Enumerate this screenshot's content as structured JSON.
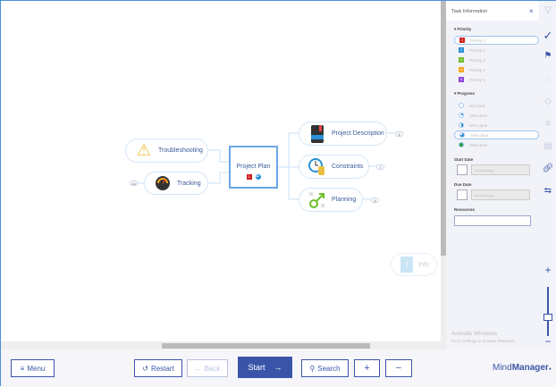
{
  "map": {
    "center": {
      "label": "Project Plan"
    },
    "nodes": [
      {
        "label": "Troubleshooting",
        "icon": "warning-icon"
      },
      {
        "label": "Tracking",
        "icon": "gauge-icon",
        "count": "14"
      },
      {
        "label": "Project Description",
        "icon": "notebook-icon",
        "count": "5"
      },
      {
        "label": "Constraints",
        "icon": "clock-coins-icon",
        "count": "7"
      },
      {
        "label": "Planning",
        "icon": "strategy-icon",
        "count": "9"
      }
    ],
    "floating": {
      "label": "Info",
      "icon": "info-icon"
    }
  },
  "panel": {
    "title": "Task Information",
    "priority_heading": "Priority",
    "priorities": [
      {
        "label": "Priority 1",
        "num": "1",
        "color": "#d0201e",
        "selected": true
      },
      {
        "label": "Priority 2",
        "num": "2",
        "color": "#2a8fd8"
      },
      {
        "label": "Priority 3",
        "num": "3",
        "color": "#6cbf2a"
      },
      {
        "label": "Priority 4",
        "num": "4",
        "color": "#f5a623"
      },
      {
        "label": "Priority 5",
        "num": "5",
        "color": "#8e44d8"
      }
    ],
    "progress_heading": "Progress",
    "progress": [
      {
        "label": "Not done",
        "value": 0
      },
      {
        "label": "25% done",
        "value": 25
      },
      {
        "label": "50% done",
        "value": 50
      },
      {
        "label": "75% done",
        "value": 75,
        "selected": true
      },
      {
        "label": "Task done",
        "value": 100
      }
    ],
    "start_date_label": "Start Date",
    "start_date_placeholder": "mm/dd/yyyy",
    "due_date_label": "Due Date",
    "due_date_placeholder": "mm/dd/yyyy",
    "resources_label": "Resources",
    "watermark_title": "Activate Windows",
    "watermark_sub": "Go to Settings to activate Windows."
  },
  "toolbar": {
    "menu": "Menu",
    "restart": "Restart",
    "back": "Back",
    "start": "Start",
    "search": "Search",
    "plus": "+",
    "minus": "−"
  },
  "brand": {
    "mind": "Mind",
    "manager": "Manager"
  },
  "zoom": {
    "plus": "+",
    "minus": "−",
    "level_fraction": 0.55
  }
}
